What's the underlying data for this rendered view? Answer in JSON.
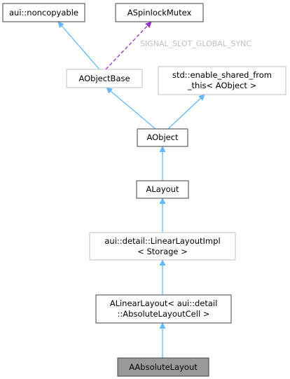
{
  "colors": {
    "inherit_edge": "#63b8ff",
    "usage_edge": "#9a32cd",
    "node_border_documented": "#404040",
    "node_border_undocumented": "#bfbfbf",
    "highlight_fill": "#999999",
    "edge_label_color": "#bfbfbf"
  },
  "nodes": {
    "noncopyable": {
      "label": "aui::noncopyable"
    },
    "spinlock": {
      "label": "ASpinlockMutex"
    },
    "objectbase": {
      "label": "AObjectBase"
    },
    "enable_shared": {
      "line1": "std::enable_shared_from",
      "line2": "_this< AObject >"
    },
    "aobject": {
      "label": "AObject"
    },
    "alayout": {
      "label": "ALayout"
    },
    "linearimpl": {
      "line1": "aui::detail::LinearLayoutImpl",
      "line2": "< Storage >"
    },
    "alinear": {
      "line1": "ALinearLayout< aui::detail",
      "line2": "::AbsoluteLayoutCell >"
    },
    "aabsolute": {
      "label": "AAbsoluteLayout"
    }
  },
  "edges": {
    "sync_label": "SIGNAL_SLOT_GLOBAL_SYNC"
  }
}
